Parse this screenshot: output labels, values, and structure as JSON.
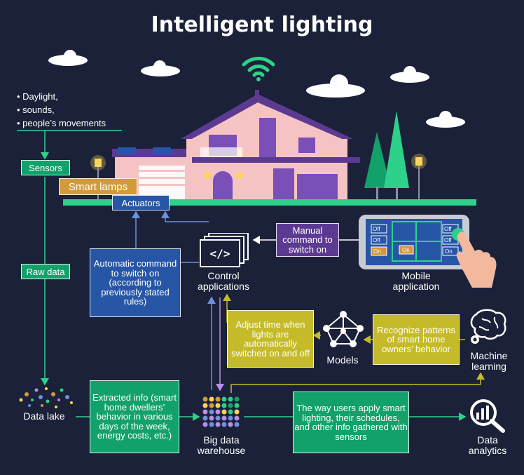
{
  "title": "Intelligent lighting",
  "inputs": [
    "Daylight,",
    "sounds,",
    "people’s movements"
  ],
  "labels": {
    "sensors": "Sensors",
    "smart_lamps": "Smart lamps",
    "actuators": "Actuators",
    "raw_data": "Raw data",
    "data_lake": "Data lake",
    "control_applications": "Control applications",
    "mobile_application": "Mobile application",
    "models": "Models",
    "machine_learning": "Machine learning",
    "big_data_warehouse": "Big data warehouse",
    "data_analytics": "Data analytics",
    "control_icon": "</>"
  },
  "boxes": {
    "manual_command": "Manual command to switch on",
    "automatic_command": "Automatic command to switch on (according to previously stated rules)",
    "adjust_time": "Adjust time when lights are automatically switched on and off",
    "recognize_patterns": "Recognize patterns of smart home owners’ behavior",
    "extracted_info": "Extracted info (smart home dwellers’ behavior in various days of the week, energy costs, etc.)",
    "users_apply": "The way users apply smart lighting, their schedules, and other info gathered with sensors"
  },
  "phone_switches": [
    "Off",
    "Off",
    "On",
    "On",
    "Off",
    "Off",
    "On"
  ],
  "colors": {
    "background": "#1b2138",
    "green": "#13a16b",
    "blue": "#2756a6",
    "purple": "#5d3a92",
    "yellow": "#c5bb2a",
    "orange": "#d39a3c",
    "wifi": "#2ed18a"
  },
  "icons": [
    "wifi-icon",
    "house-illustration",
    "tree-icon",
    "lamp-post-icon",
    "cloud-icon",
    "phone-icon",
    "hand-icon",
    "code-windows-icon",
    "network-icon",
    "brain-icon",
    "gear-icon",
    "dots-cloud-icon",
    "dot-grid-icon",
    "magnifier-chart-icon"
  ]
}
